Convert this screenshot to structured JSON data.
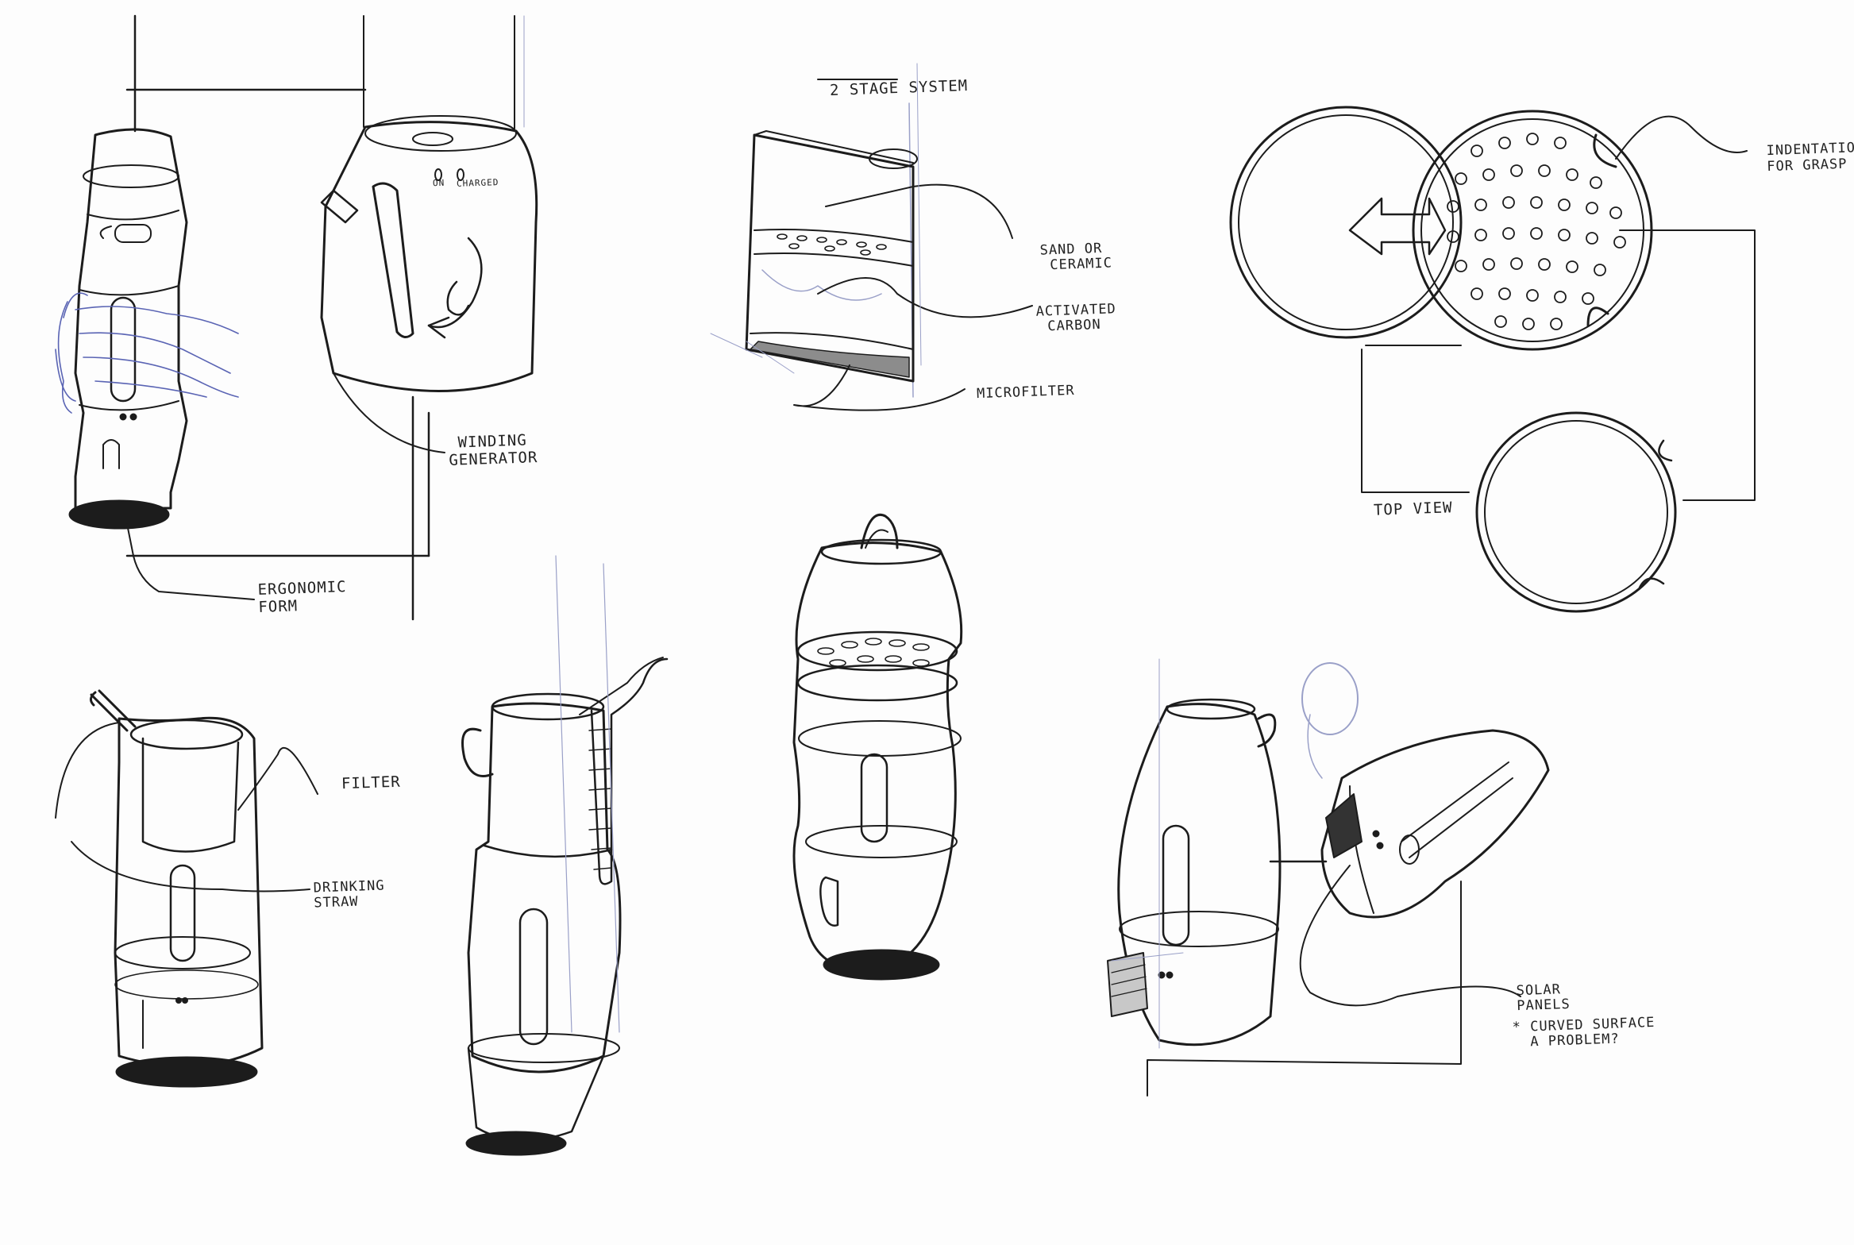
{
  "labels": {
    "on": "ON",
    "charged": "CHARGED",
    "winding_1": "WINDING",
    "winding_2": "GENERATOR",
    "ergonomic_1": "ERGONOMIC",
    "ergonomic_2": "FORM",
    "two_stage": "2 STAGE SYSTEM",
    "sand_1": "SAND OR",
    "sand_2": "CERAMIC",
    "carbon_1": "ACTIVATED",
    "carbon_2": "CARBON",
    "microfilter": "MICROFILTER",
    "indent_1": "INDENTATION",
    "indent_2": "FOR GRASP",
    "top_view": "TOP VIEW",
    "filter": "FILTER",
    "straw_1": "DRINKING",
    "straw_2": "STRAW",
    "solar_1": "SOLAR",
    "solar_2": "PANELS",
    "note_1": "* CURVED SURFACE",
    "note_2": "A PROBLEM?"
  },
  "colors": {
    "ink": "#1c1c1c",
    "pencil": "#9aa0c8",
    "blue_ink": "#5a64b4"
  }
}
